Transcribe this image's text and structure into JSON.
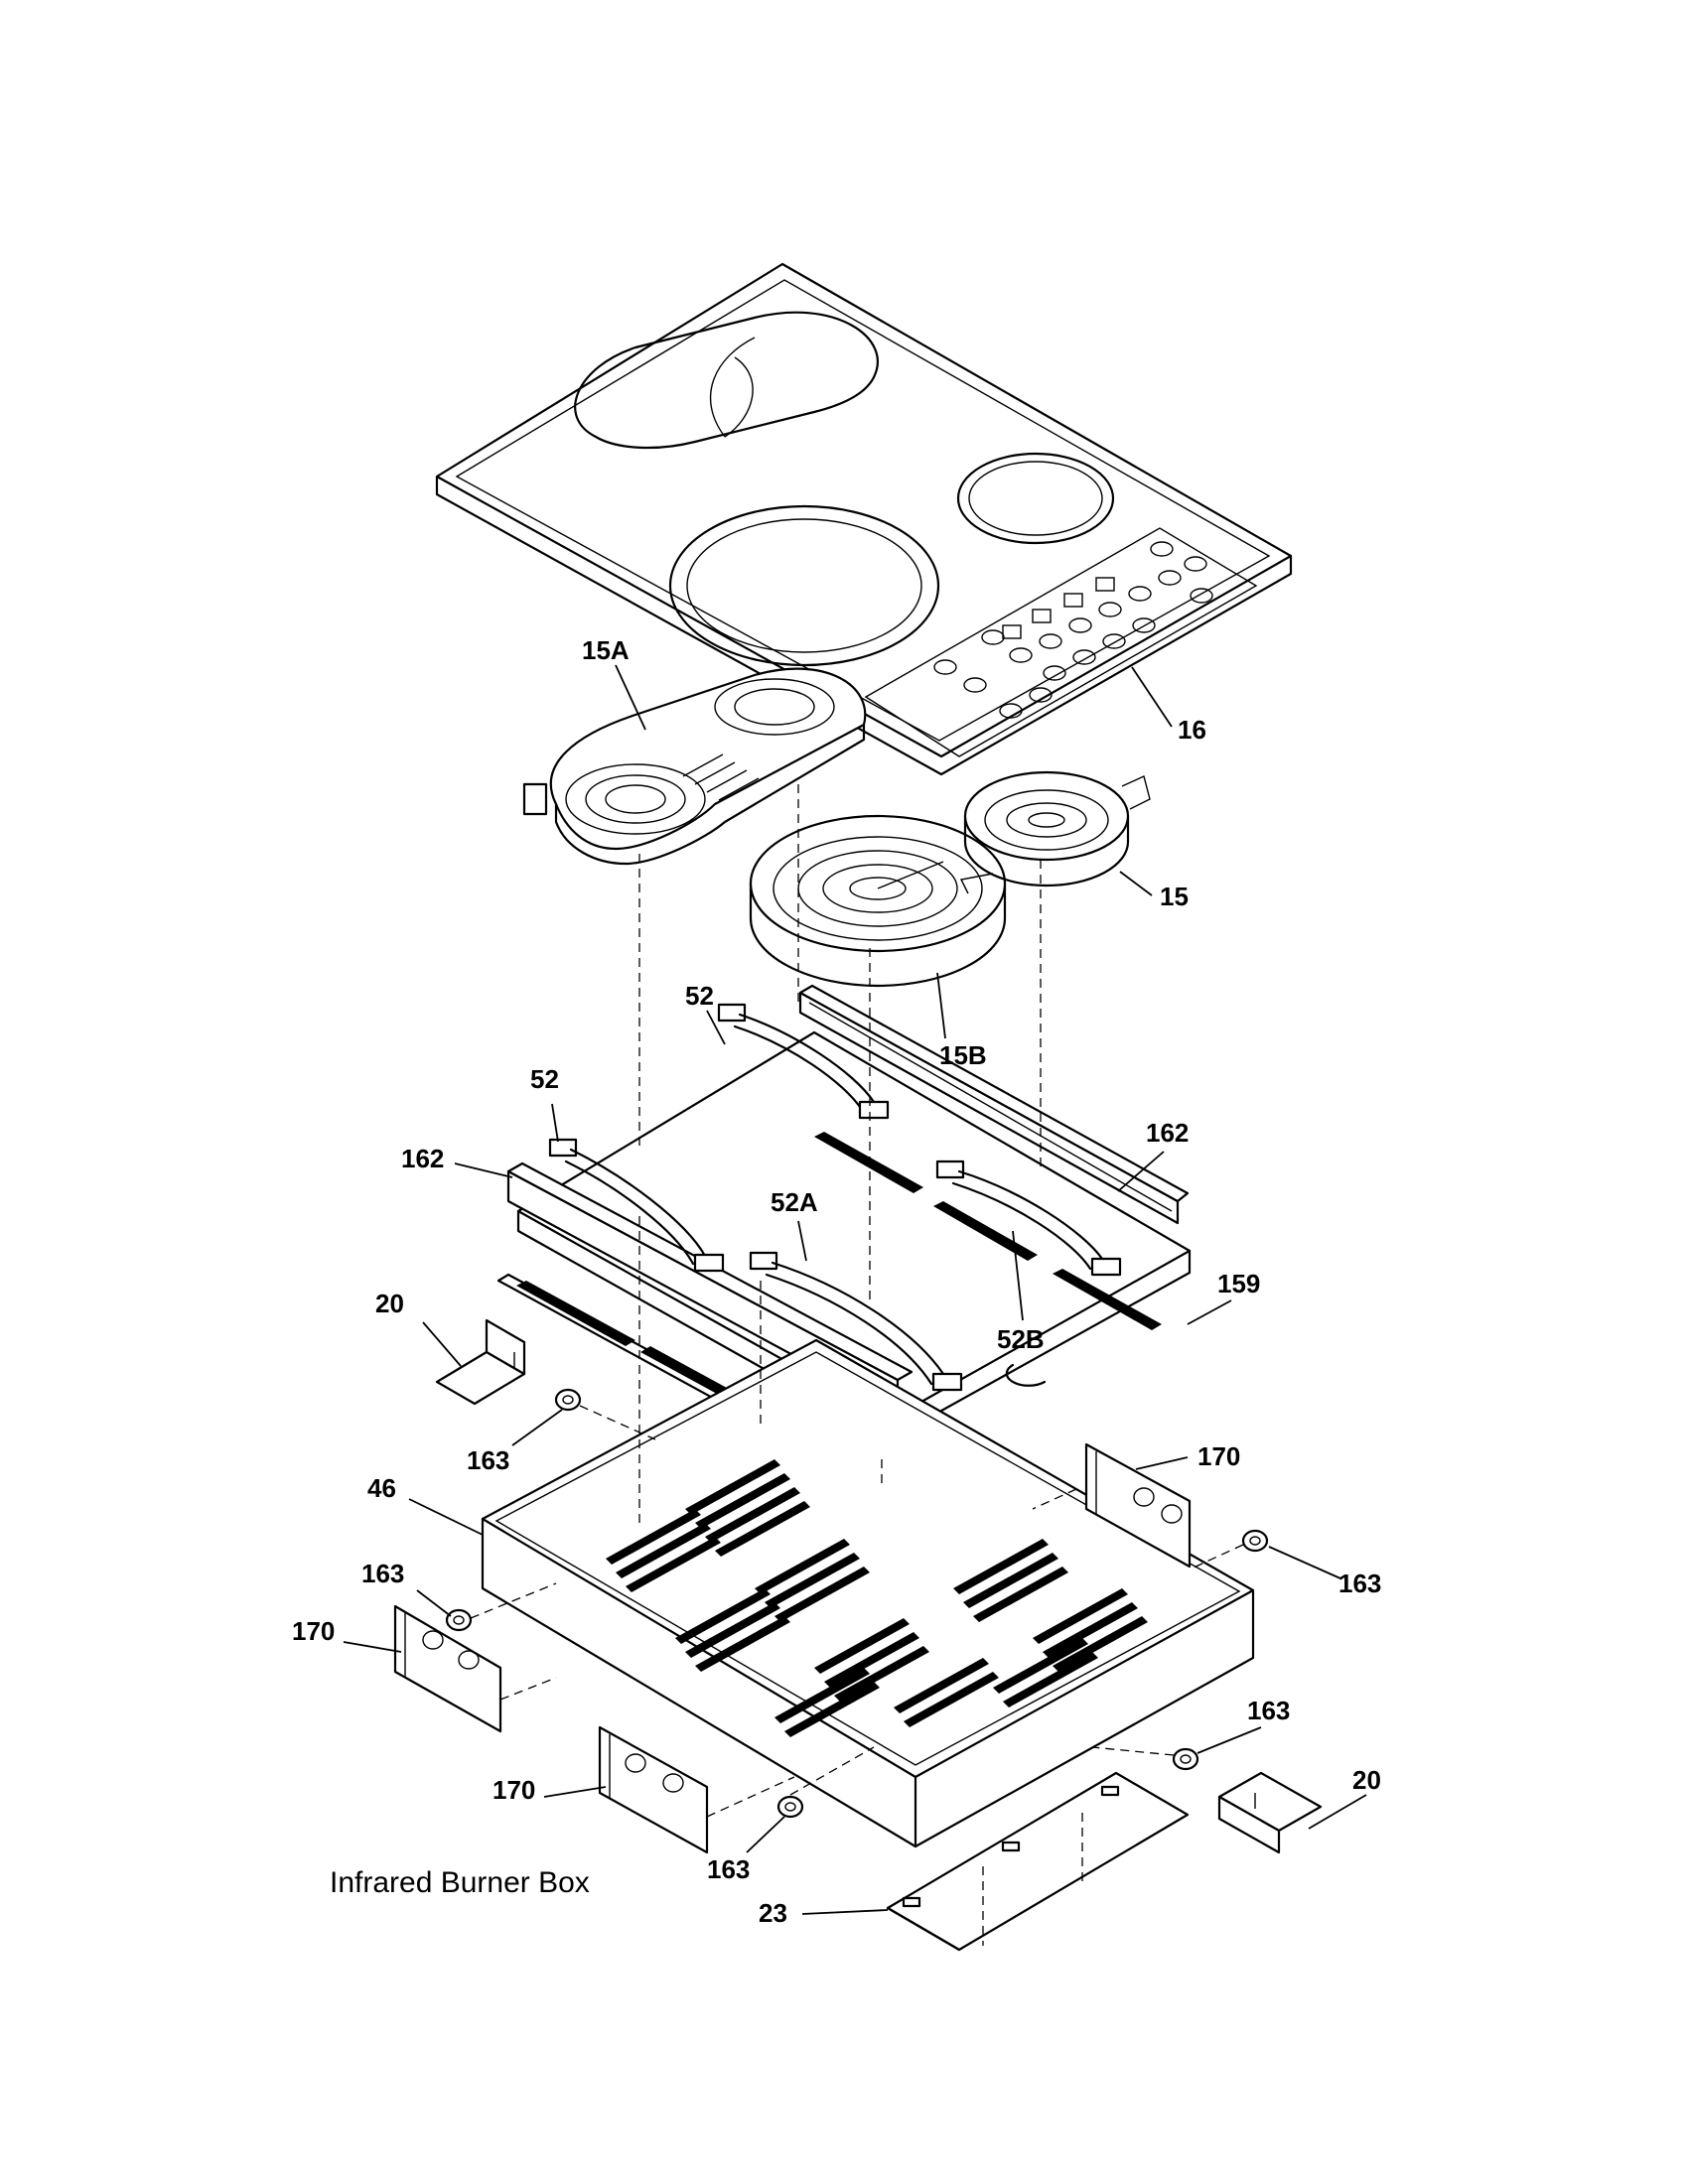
{
  "caption": "Infrared Burner Box",
  "callouts": {
    "c_16": "16",
    "c_15a": "15A",
    "c_15": "15",
    "c_15b": "15B",
    "c_52_top": "52",
    "c_52_left": "52",
    "c_52a": "52A",
    "c_52b": "52B",
    "c_162_left": "162",
    "c_162_right": "162",
    "c_159": "159",
    "c_20_left": "20",
    "c_20_right": "20",
    "c_163_a": "163",
    "c_163_b": "163",
    "c_163_c": "163",
    "c_163_d": "163",
    "c_163_e": "163",
    "c_46": "46",
    "c_170_a": "170",
    "c_170_b": "170",
    "c_170_c": "170",
    "c_23": "23"
  }
}
